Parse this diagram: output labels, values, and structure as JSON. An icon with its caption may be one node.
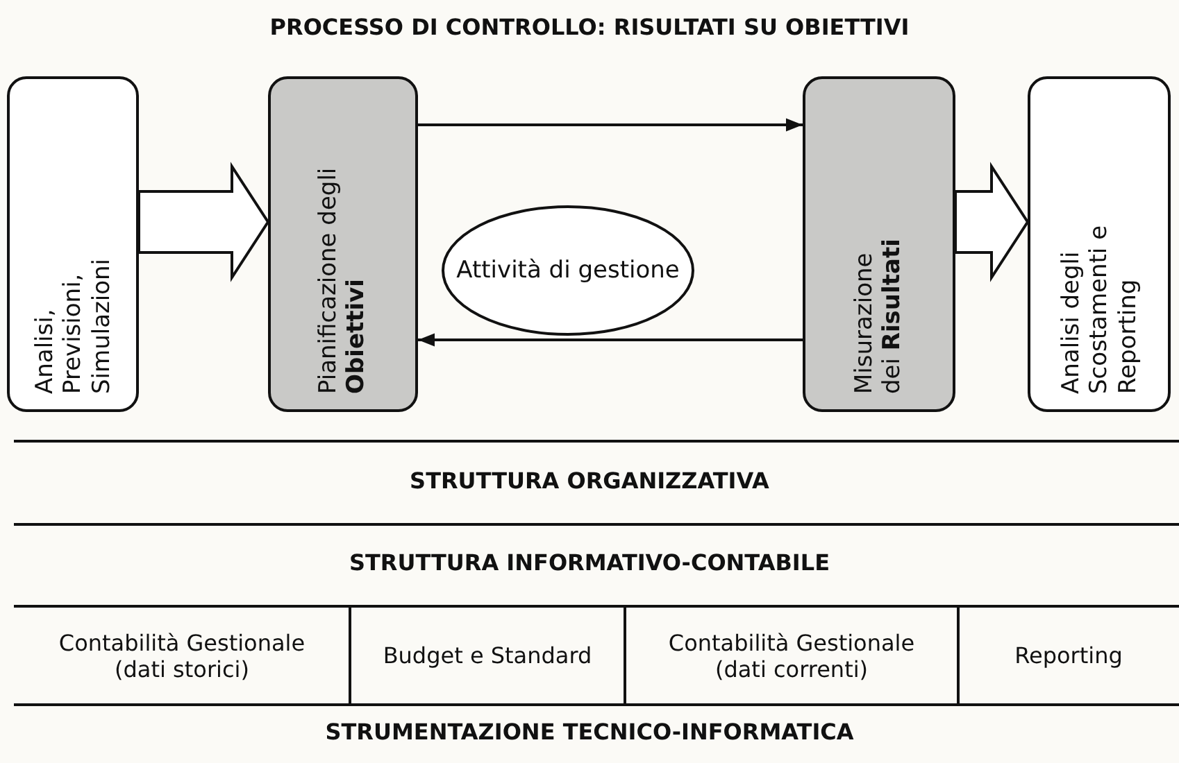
{
  "diagram": {
    "title": "PROCESSO DI CONTROLLO: RISULTATI SU OBIETTIVI",
    "nodes": [
      {
        "text": [
          "Analisi, Previsioni, Simulazioni"
        ]
      },
      {
        "text": [
          "Pianificazione degli **Obiettivi**"
        ]
      },
      {
        "text": [
          "Attività di gestione"
        ]
      },
      {
        "text": [
          "Misurazione dei **Risultati**"
        ]
      },
      {
        "text": [
          "Analisi degli Scostamenti e Reporting"
        ]
      }
    ],
    "edges": [
      {
        "from": 0,
        "to": 1,
        "arrow": "to",
        "style": "thick"
      },
      {
        "from": 1,
        "to": 3,
        "arrow": "to"
      },
      {
        "from": 3,
        "to": 1,
        "arrow": "to"
      },
      {
        "from": 3,
        "to": 4,
        "arrow": "to",
        "style": "thick"
      }
    ],
    "labels": [
      "STRUTTURA ORGANIZZATIVA",
      "STRUTTURA INFORMATIVO-CONTABILE",
      "Contabilità Gestionale (dati storici)",
      "Budget e Standard",
      "Contabilità Gestionale (dati correnti)",
      "Reporting",
      "STRUMENTAZIONE TECNICO-INFORMATICA"
    ]
  }
}
